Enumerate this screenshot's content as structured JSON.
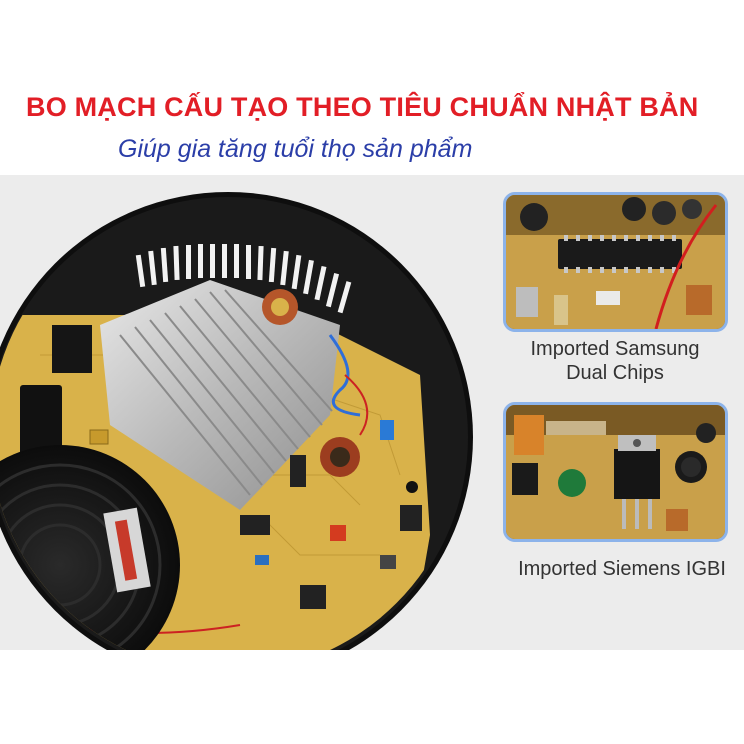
{
  "header": {
    "title": "BO MẠCH CẤU TẠO THEO TIÊU CHUẨN NHẬT BẢN",
    "subtitle": "Giúp gia tăng tuổi thọ sản phẩm"
  },
  "features": [
    {
      "caption_line1": "Imported Samsung",
      "caption_line2": "Dual Chips",
      "image": "samsung-chip-closeup"
    },
    {
      "caption": "Imported Siemens IGBI",
      "image": "siemens-igbt-closeup"
    }
  ],
  "colors": {
    "title": "#e21e26",
    "subtitle": "#2b3ea8",
    "thumb_border": "#8cb3ea",
    "pcb": "#d9b24a"
  }
}
